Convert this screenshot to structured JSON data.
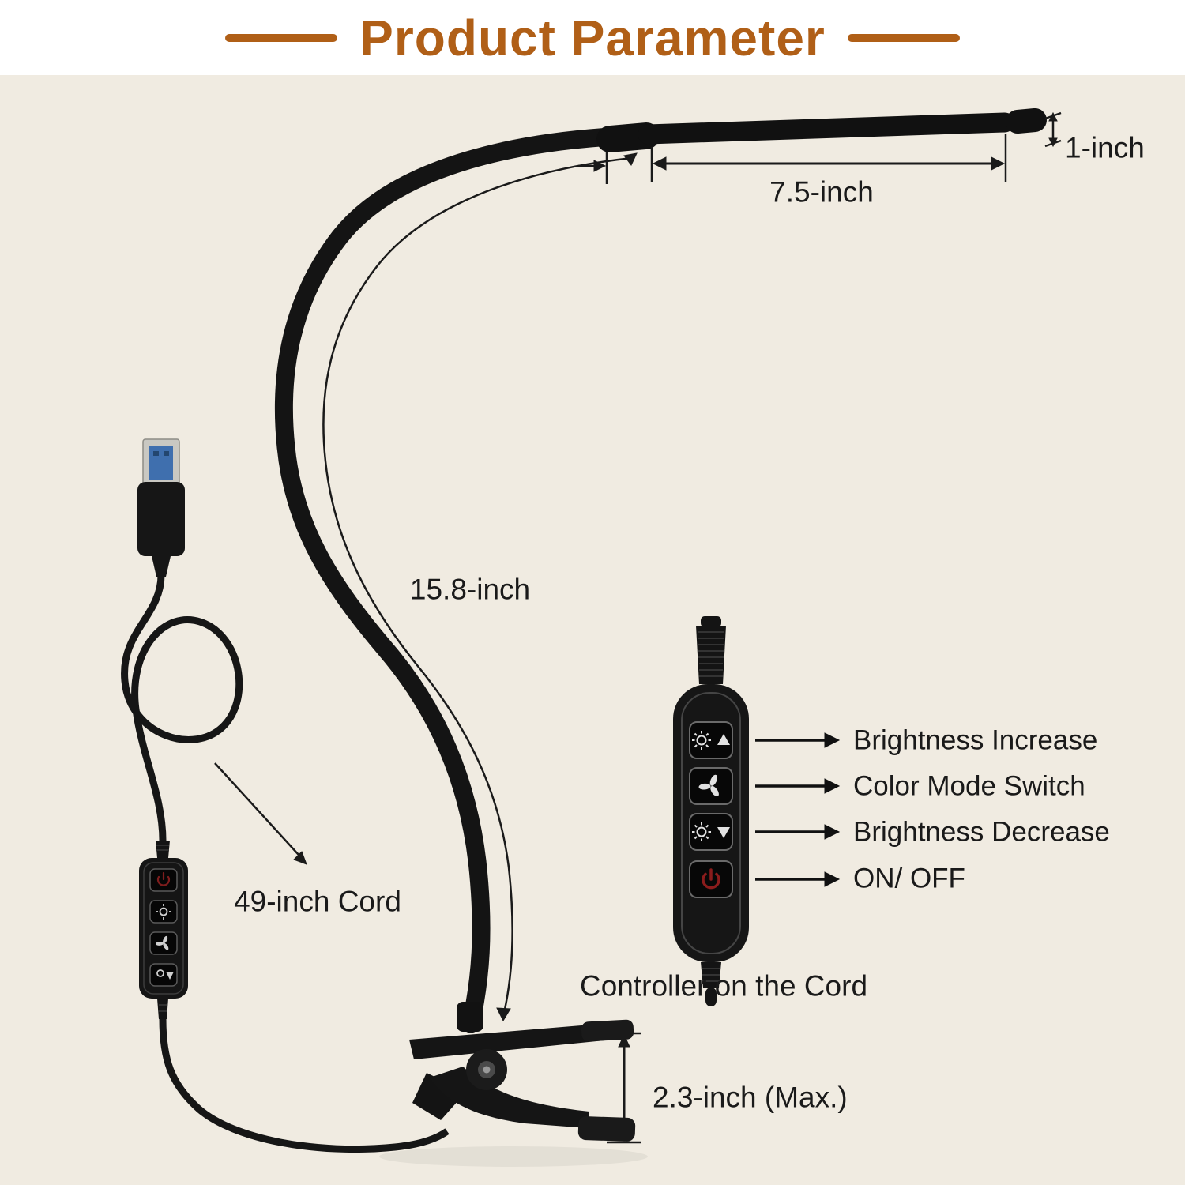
{
  "title": "Product Parameter",
  "theme": {
    "title_color": "#b05f17",
    "background": "#f0ebe1",
    "band": "#ffffff",
    "ink": "#1a1a1a",
    "lamp_black": "#141414",
    "usb_blue": "#3f6fae",
    "power_red": "#8b1c1c"
  },
  "dimensions": {
    "head_cap": "1-inch",
    "head_length": "7.5-inch",
    "gooseneck": "15.8-inch",
    "cord": "49-inch Cord",
    "clip_opening": "2.3-inch (Max.)"
  },
  "controller": {
    "caption": "Controller on the Cord",
    "buttons": [
      {
        "icon": "brightness-increase-icon",
        "label": "Brightness Increase"
      },
      {
        "icon": "color-mode-icon",
        "label": "Color Mode Switch"
      },
      {
        "icon": "brightness-decrease-icon",
        "label": "Brightness Decrease"
      },
      {
        "icon": "power-icon",
        "label": "ON/ OFF"
      }
    ]
  }
}
